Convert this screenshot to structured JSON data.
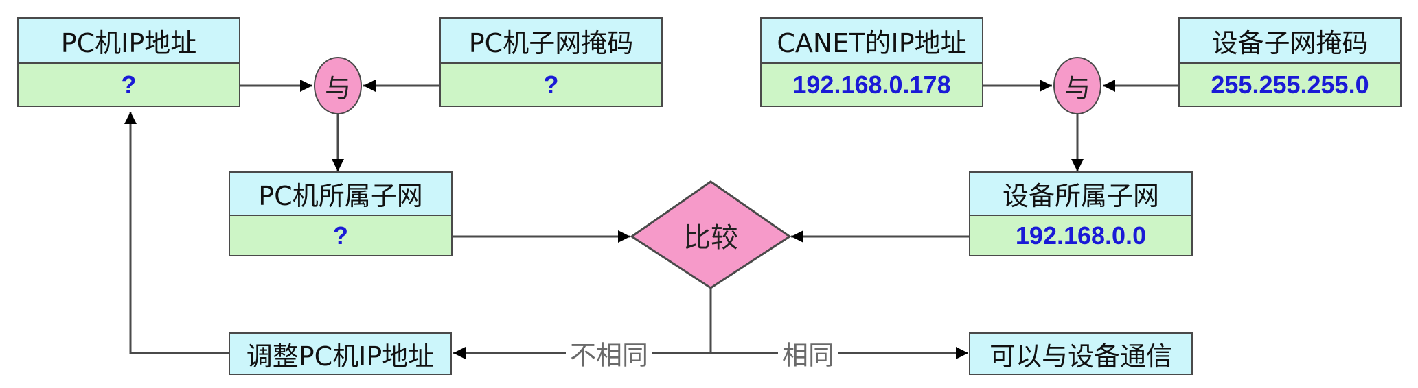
{
  "pc_ip": {
    "label": "PC机IP地址",
    "value": "?"
  },
  "pc_mask": {
    "label": "PC机子网掩码",
    "value": "?"
  },
  "pc_subnet": {
    "label": "PC机所属子网",
    "value": "?"
  },
  "canet_ip": {
    "label": "CANET的IP地址",
    "value": "192.168.0.178"
  },
  "device_mask": {
    "label": "设备子网掩码",
    "value": "255.255.255.0"
  },
  "device_subnet": {
    "label": "设备所属子网",
    "value": "192.168.0.0"
  },
  "and_operator": "与",
  "compare": "比较",
  "adjust_ip": "调整PC机IP地址",
  "can_communicate": "可以与设备通信",
  "edge_different": "不相同",
  "edge_same": "相同",
  "colors": {
    "header_fill": "#ccf6fb",
    "value_fill": "#cdf5c6",
    "value_text": "#1a1ad6",
    "operator_fill": "#f69ac9",
    "line": "#4a4a4a"
  }
}
